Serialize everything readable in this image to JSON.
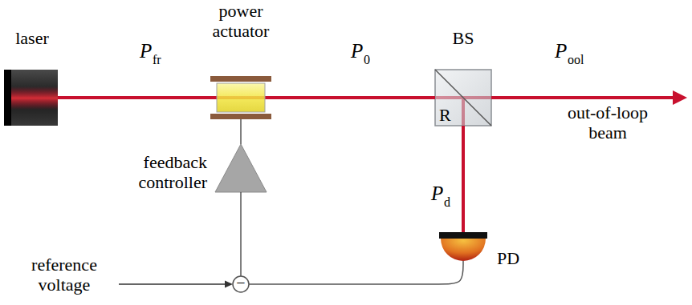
{
  "diagram": {
    "nodes": [
      {
        "text": [
          "laser"
        ]
      },
      {
        "text": [
          "power actuator"
        ]
      },
      {
        "text": [
          "BS",
          "R"
        ]
      },
      {
        "text": [
          "feedback controller"
        ]
      },
      {
        "text": [
          "PD"
        ]
      },
      {
        "text": [
          "−"
        ]
      }
    ],
    "edges": [
      {
        "from": 0,
        "to": 1,
        "arrow": "none"
      },
      {
        "from": 1,
        "to": 2,
        "arrow": "none"
      },
      {
        "from": 2,
        "to": 4,
        "arrow": "none"
      },
      {
        "from": 4,
        "to": 5,
        "arrow": "none"
      },
      {
        "from": 5,
        "to": 3,
        "arrow": "none"
      },
      {
        "from": 3,
        "to": 1,
        "arrow": "none"
      }
    ],
    "labels": [
      "P",
      "fr",
      "P",
      "0",
      "P",
      "ool",
      "out-of-loop beam",
      "P",
      "d",
      "reference voltage"
    ]
  }
}
